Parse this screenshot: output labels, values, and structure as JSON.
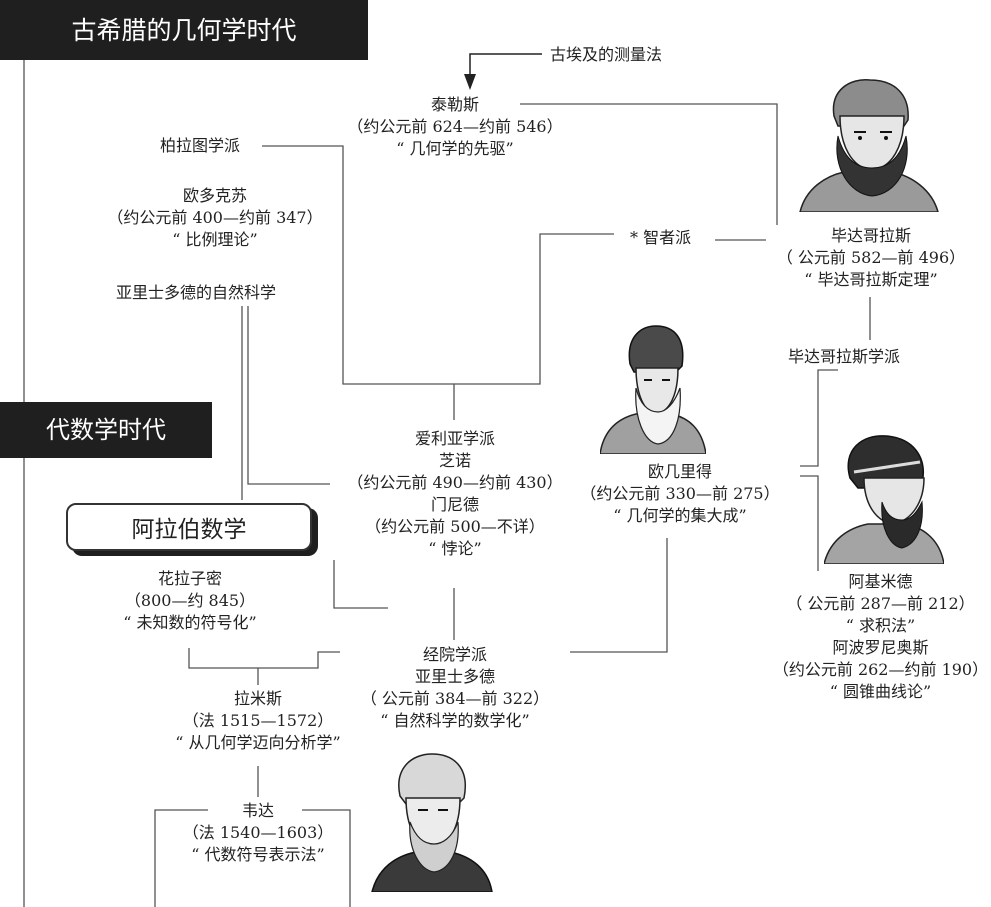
{
  "banners": {
    "greek_era": "古希腊的几何学时代",
    "algebra_era": "代数学时代",
    "arabic_math": "阿拉伯数学"
  },
  "tags": {
    "egypt": "古埃及的测量法",
    "plato": "柏拉图学派",
    "aristotle_science": "亚里士多德的自然科学",
    "sophists": "* 智者派",
    "pythagorean_school": "毕达哥拉斯学派"
  },
  "nodes": {
    "thales": {
      "name": "泰勒斯",
      "dates": "（约公元前 624—约前 546）",
      "title": "“ 几何学的先驱”"
    },
    "eudoxus": {
      "name": "欧多克苏",
      "dates": "（约公元前 400—约前 347）",
      "title": "“ 比例理论”"
    },
    "pythagoras": {
      "name": "毕达哥拉斯",
      "dates": "（ 公元前 582—前 496）",
      "title": "“ 毕达哥拉斯定理”"
    },
    "eleatic": {
      "school": "爱利亚学派",
      "zeno_name": "芝诺",
      "zeno_dates": "（约公元前 490—约前 430）",
      "parmenides_name": "门尼德",
      "parmenides_dates": "（约公元前 500—不详）",
      "title": "“ 悖论”"
    },
    "euclid": {
      "name": "欧几里得",
      "dates": "（约公元前 330—前 275）",
      "title": "“ 几何学的集大成”"
    },
    "archimedes": {
      "name": "阿基米德",
      "dates": "（ 公元前  287—前 212）",
      "title": "“ 求积法”",
      "apollonius_name": "阿波罗尼奥斯",
      "apollonius_dates": "（约公元前 262—约前 190）",
      "apollonius_title": "“ 圆锥曲线论”"
    },
    "khwarizmi": {
      "name": "花拉子密",
      "dates": "（800—约 845）",
      "title": "“ 未知数的符号化”"
    },
    "scholastic": {
      "school": "经院学派",
      "name": "亚里士多德",
      "dates": "（ 公元前 384—前 322）",
      "title": "“ 自然科学的数学化”"
    },
    "ramus": {
      "name": "拉米斯",
      "dates": "（法 1515—1572）",
      "title": "“ 从几何学迈向分析学”"
    },
    "viete": {
      "name": "韦达",
      "dates": "（法 1540—1603）",
      "title": "“ 代数符号表示法”"
    }
  }
}
